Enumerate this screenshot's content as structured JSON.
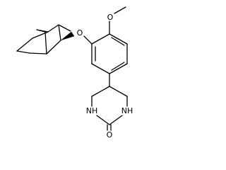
{
  "molecule": {
    "atoms": {
      "ether_oxygen": "O",
      "methoxy_oxygen": "O",
      "nh_left": "NH",
      "nh_right": "NH",
      "carbonyl_oxygen": "O"
    }
  }
}
